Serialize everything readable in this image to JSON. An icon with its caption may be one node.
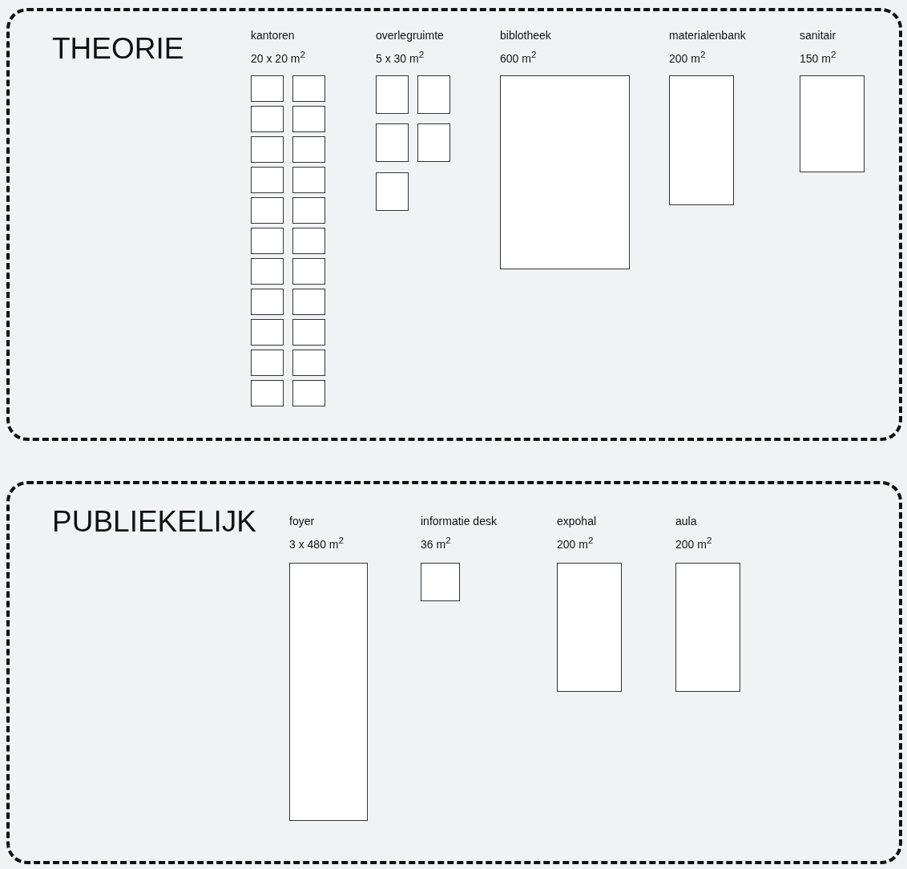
{
  "diagram": {
    "nodes": [
      {
        "text": [
          "THEORIE"
        ]
      },
      {
        "text": [
          "kantoren",
          "20 x 20 m$^{2}$"
        ],
        "in": 0
      },
      {
        "text": [],
        "shape": "box",
        "in": 1
      },
      {
        "text": [],
        "shape": "box",
        "in": 1
      },
      {
        "text": [],
        "shape": "box",
        "in": 1
      },
      {
        "text": [],
        "shape": "box",
        "in": 1
      },
      {
        "text": [],
        "shape": "box",
        "in": 1
      },
      {
        "text": [],
        "shape": "box",
        "in": 1
      },
      {
        "text": [],
        "shape": "box",
        "in": 1
      },
      {
        "text": [],
        "shape": "box",
        "in": 1
      },
      {
        "text": [],
        "shape": "box",
        "in": 1
      },
      {
        "text": [],
        "shape": "box",
        "in": 1
      },
      {
        "text": [],
        "shape": "box",
        "in": 1
      },
      {
        "text": [],
        "shape": "box",
        "in": 1
      },
      {
        "text": [],
        "shape": "box",
        "in": 1
      },
      {
        "text": [],
        "shape": "box",
        "in": 1
      },
      {
        "text": [],
        "shape": "box",
        "in": 1
      },
      {
        "text": [],
        "shape": "box",
        "in": 1
      },
      {
        "text": [],
        "shape": "box",
        "in": 1
      },
      {
        "text": [],
        "shape": "box",
        "in": 1
      },
      {
        "text": [],
        "shape": "box",
        "in": 1
      },
      {
        "text": [],
        "shape": "box",
        "in": 1
      },
      {
        "text": [],
        "shape": "box",
        "in": 1
      },
      {
        "text": [],
        "shape": "box",
        "in": 1
      },
      {
        "text": [
          "overlegruimte",
          "5 x 30 m$^{2}$"
        ],
        "in": 0
      },
      {
        "text": [],
        "shape": "box",
        "in": 24
      },
      {
        "text": [],
        "shape": "box",
        "in": 24
      },
      {
        "text": [],
        "shape": "box",
        "in": 24
      },
      {
        "text": [],
        "shape": "box",
        "in": 24
      },
      {
        "text": [],
        "shape": "box",
        "in": 24
      },
      {
        "text": [
          "biblotheek",
          "600 m$^{2}$"
        ],
        "in": 0
      },
      {
        "text": [],
        "shape": "box",
        "in": 30
      },
      {
        "text": [
          "materialenbank",
          "200 m$^{2}$"
        ],
        "in": 0
      },
      {
        "text": [],
        "shape": "box",
        "in": 32
      },
      {
        "text": [
          "sanitair",
          "150 m$^{2}$"
        ],
        "in": 0
      },
      {
        "text": [],
        "shape": "box",
        "in": 34
      },
      {
        "text": [
          "PUBLIEKELIJK"
        ]
      },
      {
        "text": [
          "foyer",
          "3 x 480 m$^{2}$"
        ],
        "in": 36
      },
      {
        "text": [],
        "shape": "box",
        "in": 37
      },
      {
        "text": [
          "informatie desk",
          "36 m$^{2}$"
        ],
        "in": 36
      },
      {
        "text": [],
        "shape": "box",
        "in": 39
      },
      {
        "text": [
          "expohal",
          "200 m$^{2}$"
        ],
        "in": 36
      },
      {
        "text": [],
        "shape": "box",
        "in": 41
      },
      {
        "text": [
          "aula",
          "200 m$^{2}$"
        ],
        "in": 36
      },
      {
        "text": [],
        "shape": "box",
        "in": 43
      }
    ],
    "edges": []
  }
}
